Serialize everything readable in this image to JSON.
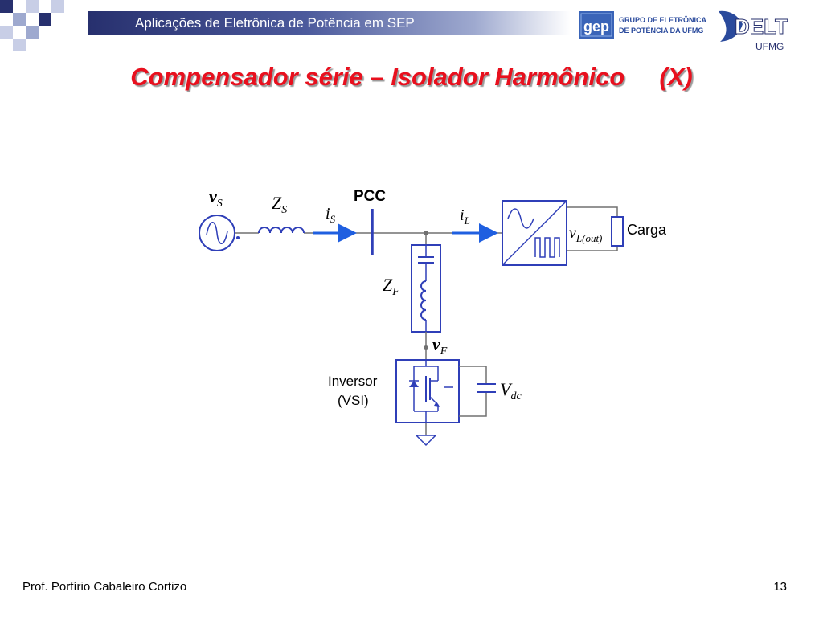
{
  "header": {
    "title": "Aplicações de Eletrônica de Potência em SEP"
  },
  "logos": {
    "gep_mark": "gep",
    "gep_line1": "GRUPO DE ELETRÔNICA",
    "gep_line2": "DE POTÊNCIA DA UFMG",
    "delt_mark": "DELT",
    "ufmg_mark": "UFMG"
  },
  "slide": {
    "title": "Compensador série – Isolador Harmônico     (X)"
  },
  "diagram": {
    "vs_main": "v",
    "vs_sub": "S",
    "zs_main": "Z",
    "zs_sub": "S",
    "is_main": "i",
    "is_sub": "S",
    "pcc": "PCC",
    "il_main": "i",
    "il_sub": "L",
    "vlout_main": "v",
    "vlout_sub": "L(out)",
    "load": "Carga",
    "zf_main": "Z",
    "zf_sub": "F",
    "vf_main": "v",
    "vf_sub": "F",
    "inverter_line1": "Inversor",
    "inverter_line2": "(VSI)",
    "vdc_main": "V",
    "vdc_sub": "dc"
  },
  "footer": {
    "author": "Prof. Porfírio Cabaleiro Cortizo",
    "page": "13"
  },
  "colors": {
    "title_red": "#e8101e",
    "header_blue": "#27306e",
    "component_blue": "#2f3fb8",
    "wire_gray": "#707070",
    "arrow_blue": "#1f5fe0"
  }
}
